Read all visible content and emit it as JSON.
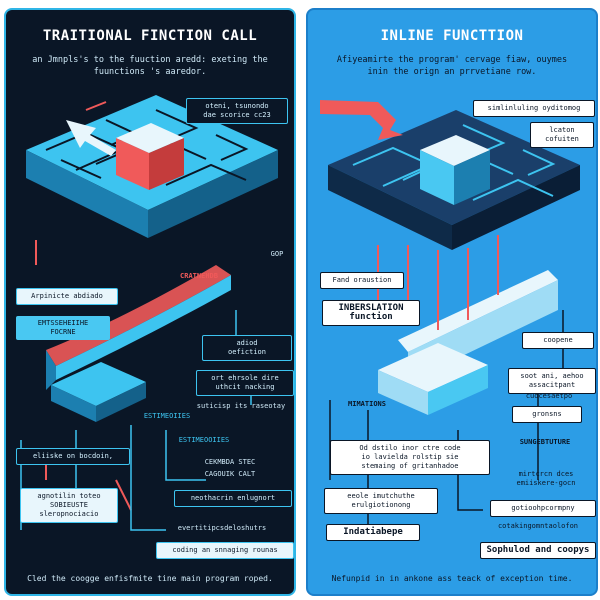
{
  "left": {
    "title": "TRAITIONAL FINCTION CALL",
    "subtitle": "an Jmnpls's to the fuuction aredd: exeting the fuunctions 's aaredor.",
    "labels": [
      {
        "id": "l1",
        "text": "oteni, tsunondo\ndae scorice cc23"
      },
      {
        "id": "l2",
        "text": "Arpinicte abdiado"
      },
      {
        "id": "l3",
        "text": "EMTSSEHEIIHE\nFOCRNE"
      },
      {
        "id": "l4",
        "text": "CRATNEHDB"
      },
      {
        "id": "l5",
        "text": "GOP"
      },
      {
        "id": "l6",
        "text": "adiod\noefiction"
      },
      {
        "id": "l7",
        "text": "ort ehrsole dire\nuthcit nacking"
      },
      {
        "id": "l8",
        "text": "suticisp its raseotay"
      },
      {
        "id": "l9",
        "text": "ESTIMEOIIES"
      },
      {
        "id": "l10",
        "text": "ESTIMEOOIIES"
      },
      {
        "id": "l11",
        "text": "eliiske on bocdoin,"
      },
      {
        "id": "l12",
        "text": "agnotilin toteo\nSOBIEUSTE\nsleropnociacio"
      },
      {
        "id": "l13",
        "text": "CEKMBDA STEC"
      },
      {
        "id": "l14",
        "text": "CAGOUIK CALT"
      },
      {
        "id": "l15",
        "text": "neothacrin enlugnort"
      },
      {
        "id": "l16",
        "text": "evertitipcsdeloshutrs"
      },
      {
        "id": "l17",
        "text": "coding an snnaging rounas"
      }
    ],
    "footer": "Cled the coogge enfisfmite tine main program roped."
  },
  "right": {
    "title": "INLINE FUNCTTION",
    "subtitle": "Afiyeamirte the program' cervage fiaw, ouymes inin the orign an prrvetiane row.",
    "labels": [
      {
        "id": "r1",
        "text": "simlinluling oyditomog"
      },
      {
        "id": "r2",
        "text": "lcaton\ncofuiten"
      },
      {
        "id": "r3",
        "text": "Fand oraustion"
      },
      {
        "id": "r4",
        "text": "INBERSLATION\nfunction"
      },
      {
        "id": "r5",
        "text": "coopene"
      },
      {
        "id": "r6",
        "text": "soot ani, aehoo\nassacitpant"
      },
      {
        "id": "r7",
        "text": "cuocesaetpo"
      },
      {
        "id": "r8",
        "text": "gronsns"
      },
      {
        "id": "r9",
        "text": "MIMATIONS"
      },
      {
        "id": "r10",
        "text": "SUNGEBTUTURE"
      },
      {
        "id": "r11",
        "text": "Od dstilo inor ctre code\nio lavielda rolstip sie\nstemaing of gritanhadoe"
      },
      {
        "id": "r12",
        "text": "eeole imutchuthe\nerulgiotionong"
      },
      {
        "id": "r13",
        "text": "mirtcrcn dces\nemiiskere-gocn"
      },
      {
        "id": "r14",
        "text": "gotioohpcormpny"
      },
      {
        "id": "r15",
        "text": "cotakingomntaolofon"
      },
      {
        "id": "r16",
        "text": "Indatiabepe"
      },
      {
        "id": "r17",
        "text": "Sophulod and coopys"
      }
    ],
    "footer": "Nefunpid in in ankone ass teack of exception time."
  },
  "colors": {
    "left_bg": "#0a1626",
    "right_bg": "#2c9de6",
    "accent_cyan": "#3dc4f0",
    "accent_red": "#f05a5a"
  }
}
